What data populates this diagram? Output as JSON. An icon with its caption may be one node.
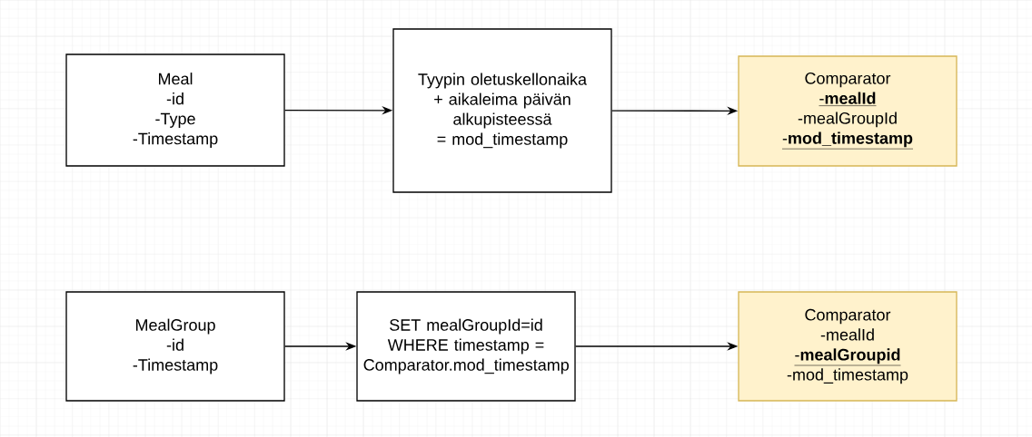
{
  "diagram": {
    "nodes": [
      {
        "text": [
          "Meal",
          "-id",
          "-Type",
          "-Timestamp"
        ]
      },
      {
        "text": [
          "Tyypin oletuskellonaika",
          "+ aikaleima päivän alkupisteessä",
          "= mod_timestamp"
        ]
      },
      {
        "text": [
          "Comparator",
          "-**mealId**",
          "-mealGroupId",
          "-**mod_timestamp**"
        ]
      },
      {
        "text": [
          "MealGroup",
          "-id",
          "-Timestamp"
        ]
      },
      {
        "text": [
          "SET mealGroupId=id WHERE timestamp = Comparator.mod_timestamp"
        ]
      },
      {
        "text": [
          "Comparator",
          "-mealId",
          "-**mealGroupid**",
          "-mod_timestamp"
        ]
      }
    ],
    "edges": [
      {
        "from": 0,
        "to": 1,
        "arrow": "to"
      },
      {
        "from": 1,
        "to": 2,
        "arrow": "to"
      },
      {
        "from": 3,
        "to": 4,
        "arrow": "to"
      },
      {
        "from": 4,
        "to": 5,
        "arrow": "to"
      }
    ]
  }
}
